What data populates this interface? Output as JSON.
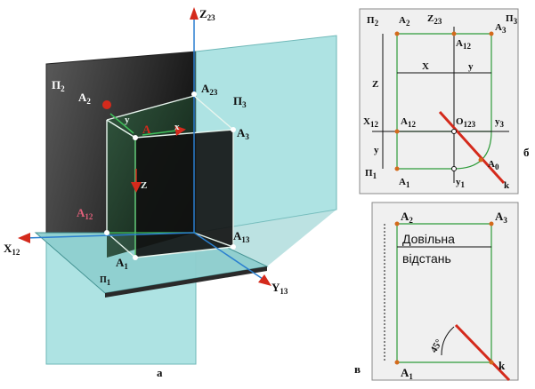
{
  "figure_a": {
    "caption": "а",
    "axis_z": "Z",
    "axis_z_sub": "23",
    "axis_x": "X",
    "axis_x_sub": "12",
    "axis_y": "Y",
    "axis_y_sub": "13",
    "plane_p2": "П",
    "plane_p2_sub": "2",
    "plane_p3": "П",
    "plane_p3_sub": "3",
    "plane_p1": "П",
    "plane_p1_sub": "1",
    "point_a": "A",
    "point_a2": "A",
    "point_a2_sub": "2",
    "point_a23": "A",
    "point_a23_sub": "23",
    "point_a3": "A",
    "point_a3_sub": "3",
    "point_a12": "A",
    "point_a12_sub": "12",
    "point_a13": "A",
    "point_a13_sub": "13",
    "point_a1": "A",
    "point_a1_sub": "1",
    "seg_x": "x",
    "seg_y": "y",
    "seg_z": "Z"
  },
  "figure_b": {
    "caption": "б",
    "p2": "П",
    "p2_sub": "2",
    "a2": "A",
    "a2_sub": "2",
    "z23": "Z",
    "z23_sub": "23",
    "p3": "П",
    "p3_sub": "3",
    "a3": "A",
    "a3_sub": "3",
    "a12_top": "A",
    "a12_top_sub": "12",
    "z": "Z",
    "x": "X",
    "y": "y",
    "x12": "X",
    "x12_sub": "12",
    "a12": "A",
    "a12_sub": "12",
    "o123": "O",
    "o123_sub": "123",
    "y3": "y",
    "y3_sub": "3",
    "y_left": "y",
    "a0": "A",
    "a0_sub": "0",
    "p1": "П",
    "p1_sub": "1",
    "a1": "A",
    "a1_sub": "1",
    "y1": "y",
    "y1_sub": "1",
    "k": "k"
  },
  "figure_v": {
    "caption": "в",
    "a2": "A",
    "a2_sub": "2",
    "a3": "A",
    "a3_sub": "3",
    "note_line1": "Довільна",
    "note_line2": "відстань",
    "angle": "45°",
    "a1": "A",
    "a1_sub": "1",
    "k": "k"
  },
  "colors": {
    "cyan_plane": "#9fdede",
    "dark_plane": "#3a3a3a",
    "green_line": "#2e9b3a",
    "red_point": "#d42a1c",
    "panel_bg": "#f0f0f0"
  }
}
